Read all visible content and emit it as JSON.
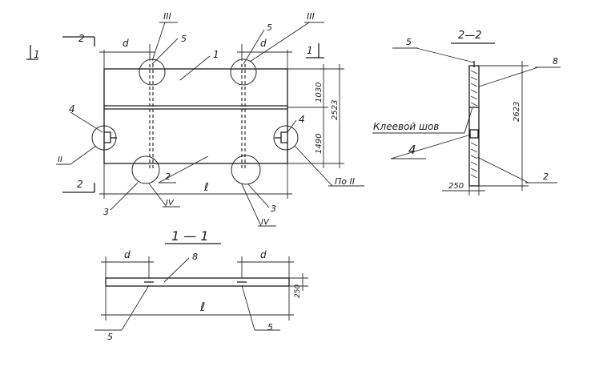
{
  "plan": {
    "section_mark_left": "2",
    "section_mark_left_bottom": "2",
    "view_mark_top_left": "1",
    "view_mark_top_right": "1",
    "dim_d_left": "d",
    "dim_d_right": "d",
    "callout_III_left": "III",
    "callout_III_right": "III",
    "label_5_left": "5",
    "label_5_right": "5",
    "label_1": "1",
    "label_2": "2",
    "label_3_left": "3",
    "label_3_right": "3",
    "label_4_left": "4",
    "label_4_right": "4",
    "callout_II": "II",
    "callout_IV_left": "IV",
    "callout_IV_right": "IV",
    "callout_po_II": "По II",
    "dim_l": "ℓ",
    "dim_1030": "1030",
    "dim_1490": "1490",
    "dim_2523": "2523"
  },
  "section22": {
    "title": "2—2",
    "label_5": "5",
    "label_8": "8",
    "label_4": "4",
    "label_2": "2",
    "glue_seam": "Клеевой шов",
    "dim_2623": "2623",
    "dim_250": "250"
  },
  "section11": {
    "title": "1 — 1",
    "dim_d_left": "d",
    "dim_d_right": "d",
    "label_8": "8",
    "label_5_left": "5",
    "label_5_right": "5",
    "dim_l": "ℓ",
    "dim_250": "250"
  }
}
